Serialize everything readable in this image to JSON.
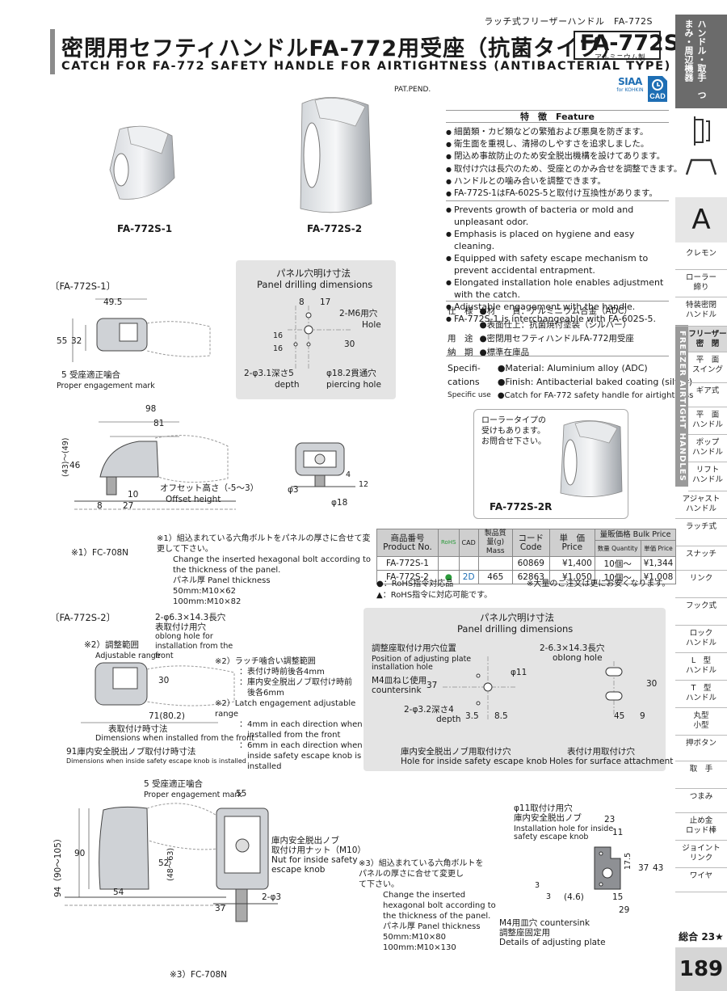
{
  "header": {
    "series": "ラッチ式フリーザーハンドル　FA-772S",
    "title_jp": "密閉用セフティハンドルFA-772用受座（抗菌タイプ）",
    "title_en": "CATCH FOR FA-772 SAFETY HANDLE FOR AIRTIGHTNESS (ANTIBACTERIAL TYPE)",
    "model": "FA-772S",
    "material_tag": "アルミニウム製",
    "patent": "PAT.PEND.",
    "siaa": "SIAA",
    "siaa_sub": "for KOHKIN",
    "cad": "CAD"
  },
  "photos": {
    "s1": "FA-772S-1",
    "s2": "FA-772S-2",
    "s2r": "FA-772S-2R",
    "s2r_note": "ローラータイプの受けもあります。お問合せ下さい。"
  },
  "features": {
    "heading": "特　徴　Feature",
    "jp": [
      "細菌類・カビ類などの繁殖および悪臭を防ぎます。",
      "衛生面を重視し、清掃のしやすさを追求しました。",
      "閉込め事故防止のため安全脱出機構を設けてあります。",
      "取付け穴は長穴のため、受座とのかみ合せを調整できます。",
      "ハンドルとの噛み合いを調整できます。",
      "FA-772S-1はFA-602S-5と取付け互換性があります。"
    ],
    "en": [
      "Prevents growth of bacteria or mold and unpleasant odor.",
      "Emphasis is placed on hygiene and easy cleaning.",
      "Equipped with safety escape mechanism to prevent accidental entrapment.",
      "Elongated installation hole enables adjustment with the catch.",
      "Adjustable engagement with the handle.",
      "FA-772S-1 is interchangeable with FA-602S-5."
    ]
  },
  "spec": {
    "jp": [
      {
        "k": "仕　様",
        "v": "●材　　質：アルミニウム合金（ADC）"
      },
      {
        "k": "",
        "v": "●表面仕上：抗菌焼付塗装（シルバー）"
      },
      {
        "k": "用　途",
        "v": "●密閉用セフティハンドルFA-772用受座"
      },
      {
        "k": "納　期",
        "v": "●標準在庫品"
      }
    ],
    "en": [
      {
        "k": "Specifi-",
        "v": "●Material: Aluminium alloy (ADC)"
      },
      {
        "k": "cations",
        "v": "●Finish: Antibacterial baked coating (silver)"
      },
      {
        "k": "Specific use",
        "v": "●Catch for FA-772 safety handle for airtightness"
      }
    ]
  },
  "side": {
    "top": "ハンドル・取手　つまみ・周辺機器",
    "letter": "A",
    "vertical": "FREEZER AIRTIGHT HANDLES",
    "items": [
      "クレモン",
      "ローラー\n締り",
      "特装密閉\nハンドル",
      "フリーザー\n密　閉",
      "平　面\nスイング",
      "ギア式",
      "平　面\nハンドル",
      "ポップ\nハンドル",
      "リフト\nハンドル",
      "アジャスト\nハンドル",
      "ラッチ式",
      "スナッチ",
      "リンク",
      "フック式",
      "ロック\nハンドル",
      "L　型\nハンドル",
      "T　型\nハンドル",
      "丸型\n小型",
      "押ボタン",
      "取　手",
      "つまみ",
      "止め金\nロッド棒",
      "ジョイント\nリンク",
      "ワイヤ"
    ],
    "sogo": "総合 23★",
    "page": "189"
  },
  "drawing1": {
    "section": "〔FA-772S-1〕",
    "d49": "49.5",
    "d55": "55",
    "d32": "32",
    "engage": "5 受座適正噛合",
    "engage_en": "Proper engagement mark",
    "d98": "98",
    "d81": "81",
    "d46": "46",
    "d43": "(43)～(49)",
    "offset": "オフセット高さ（-5～3）",
    "offset_en": "Offset height",
    "d10": "10",
    "d8": "8",
    "d27": "27",
    "fc": "※1）FC-708N",
    "phi3": "φ3",
    "phi18": "φ18",
    "d4": "4",
    "d12": "12",
    "note1_jp": "※1）組込まれている六角ボルトをパネルの厚さに合せて変更して下さい。",
    "note1_en": "Change the inserted hexagonal bolt according to the thickness of the panel.",
    "note1_t": "パネル厚 Panel thickness",
    "note1_a": "50mm:M10×62",
    "note1_b": "100mm:M10×82"
  },
  "panel1": {
    "title_jp": "パネル穴明け寸法",
    "title_en": "Panel drilling dimensions",
    "d8": "8",
    "d17": "17",
    "m6": "2-M6用穴",
    "hole": "Hole",
    "d16a": "16",
    "d16b": "16",
    "d30": "30",
    "depth": "2-φ3.1深さ5",
    "depth_en": "depth",
    "pierce": "φ18.2貫通穴",
    "pierce_en": "piercing hole"
  },
  "table": {
    "headers": [
      "商品番号\nProduct No.",
      "RoHS",
      "CAD",
      "製品質量(g)\nMass",
      "コード\nCode",
      "単　価\nPrice",
      "量販価格 Bulk Price"
    ],
    "bulk_sub": [
      "数量 Quantity",
      "単価 Price"
    ],
    "rows": [
      {
        "no": "FA-772S-1",
        "rohs": "",
        "cad": "",
        "mass": "",
        "code": "60869",
        "price": "¥1,400",
        "qty": "10個～",
        "bulk": "¥1,344"
      },
      {
        "no": "FA-772S-2",
        "rohs": "●",
        "cad": "2D",
        "mass": "465",
        "code": "62863",
        "price": "¥1,050",
        "qty": "10個～",
        "bulk": "¥1,008"
      }
    ],
    "note_rohs1": "●：RoHS指令対応品",
    "note_rohs2": "▲：RoHS指令に対応可能です。",
    "note_bulk": "※大量のご注文は更にお安くなります。"
  },
  "drawing2": {
    "section": "〔FA-772S-2〕",
    "oblong": "2-φ6.3×14.3長穴",
    "oblong_jp": "表取付け用穴",
    "oblong_en": "oblong hole for installation from the front",
    "adj": "※2）調整範囲",
    "adj_en": "Adjustable range",
    "d30": "30",
    "d71": "71(80.2)",
    "front_jp": "表取付け時寸法",
    "front_en": "Dimensions when installed from the front",
    "inside_jp": "91庫内安全脱出ノブ取付け時寸法",
    "inside_en": "Dimensions when inside safety escape knob is installed",
    "note2_jp": [
      "※2）ラッチ噛合い調整範囲",
      "：表付け時前後各4mm",
      "：庫内安全脱出ノブ取付け時前",
      "　後各6mm"
    ],
    "note2_en": [
      "※2）Latch engagement adjustable range",
      "：4mm in each direction when",
      "　installed from the front",
      "：6mm in each direction when",
      "　inside safety escape knob is",
      "　installed"
    ],
    "engage": "5 受座適正噛合",
    "engage_en": "Proper engagement mark",
    "d55": "55",
    "d94": "94（90～105）",
    "d90": "90",
    "d52": "52",
    "d48": "(48～63)",
    "d54": "54",
    "knob_jp": "庫内安全脱出ノブ",
    "knob_jp2": "取付け用ナット（M10）",
    "knob_en": "Nut for inside safety",
    "knob_en2": "escape knob",
    "d37": "37",
    "phi3": "2-φ3",
    "fc": "※3）FC-708N",
    "note3_jp": "※3）組込まれている六角ボルトを\nパネルの厚さに合せて変更し\nて下さい。",
    "note3_en": "Change the inserted\nhexagonal bolt according to\nthe thickness of the panel.",
    "note3_t": "パネル厚 Panel thickness",
    "note3_a": "50mm:M10×80",
    "note3_b": "100mm:M10×130"
  },
  "panel2": {
    "title_jp": "パネル穴明け寸法",
    "title_en": "Panel drilling dimensions",
    "adj_jp": "調整座取付け用穴位置",
    "adj_en": "Position of adjusting plate",
    "adj_en2": "installation hole",
    "m4": "M4皿ねじ使用",
    "m4_en": "countersink",
    "phi11": "φ11",
    "d37": "37",
    "depth": "2-φ3.2深さ4",
    "depth_en": "depth",
    "d35": "3.5",
    "d85": "8.5",
    "oblong": "2-6.3×14.3長穴",
    "oblong_en": "oblong hole",
    "d30": "30",
    "d45": "45",
    "d9": "9",
    "knob_jp": "庫内安全脱出ノブ用取付け穴",
    "knob_en": "Hole for inside safety escape knob",
    "front_jp": "表付け用取付け穴",
    "front_en": "Holes for surface attachment"
  },
  "plate": {
    "title_jp": "φ11取付け用穴",
    "title_jp2": "庫内安全脱出ノブ",
    "title_en": "Installation hole for inside",
    "title_en2": "safety escape knob",
    "d23": "23",
    "d11": "11",
    "d175": "17.5",
    "d37": "37",
    "d43": "43",
    "d3": "3",
    "d3b": "3",
    "d46": "(4.6)",
    "d15": "15",
    "d29": "29",
    "cs_jp": "M4用皿穴",
    "cs_en": "countersink",
    "cap_jp": "調整座固定用",
    "cap_en": "Details of adjusting plate"
  },
  "colors": {
    "accent_gray": "#6b6b6b",
    "panel_bg": "#e4e4e4",
    "rohs_green": "#2a9a3a",
    "cad_blue": "#1e6eb4"
  }
}
